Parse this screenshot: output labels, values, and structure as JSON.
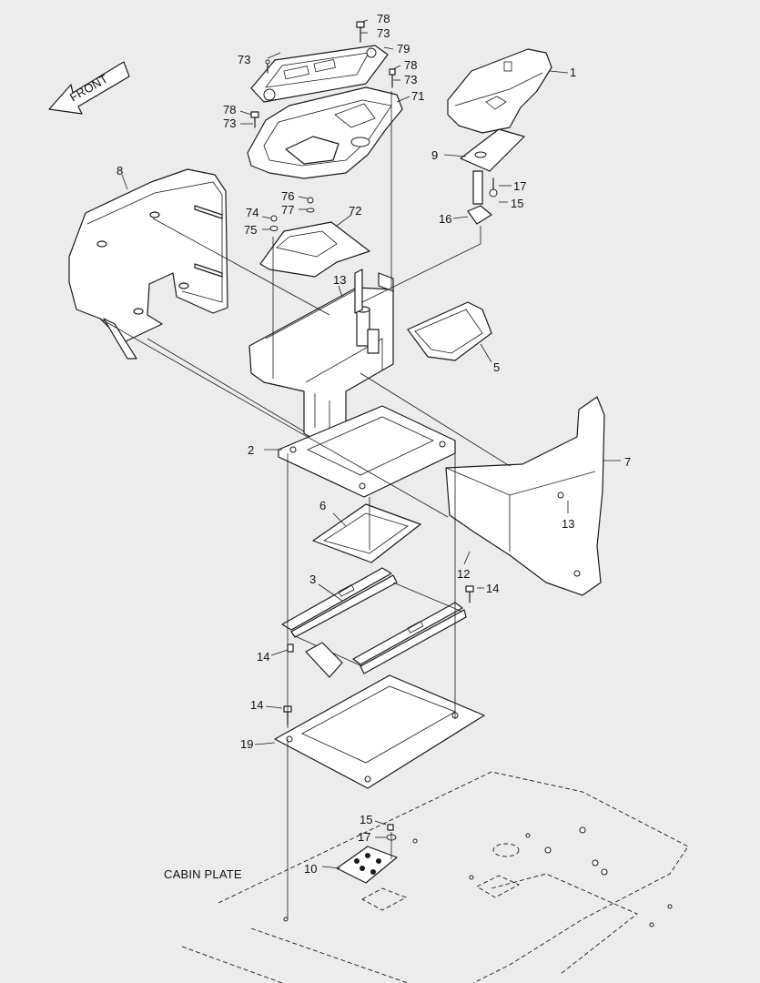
{
  "diagram": {
    "front_arrow_text": "FRONT",
    "cabin_plate_label": "CABIN PLATE",
    "callouts": {
      "p1": "1",
      "p2": "2",
      "p3": "3",
      "p5": "5",
      "p6": "6",
      "p7": "7",
      "p8": "8",
      "p9": "9",
      "p10": "10",
      "p12": "12",
      "p13a": "13",
      "p13b": "13",
      "p14a": "14",
      "p14b": "14",
      "p14c": "14",
      "p15a": "15",
      "p15b": "15",
      "p16": "16",
      "p17a": "17",
      "p17b": "17",
      "p19": "19",
      "p71": "71",
      "p72": "72",
      "p73a": "73",
      "p73b": "73",
      "p73c": "73",
      "p73d": "73",
      "p74": "74",
      "p75": "75",
      "p76": "76",
      "p77": "77",
      "p78a": "78",
      "p78b": "78",
      "p78c": "78",
      "p79": "79"
    }
  }
}
